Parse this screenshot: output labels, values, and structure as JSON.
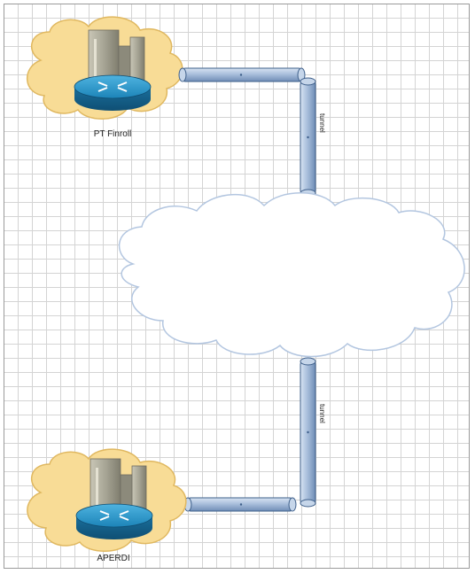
{
  "nodes": {
    "top_site": {
      "label": "PT Finroll"
    },
    "bottom_site": {
      "label": "APERDI"
    }
  },
  "links": {
    "top_tunnel": {
      "label": "tunnel"
    },
    "bottom_tunnel": {
      "label": "tunnel"
    }
  },
  "colors": {
    "site_cloud": "#f8dc96",
    "pipe": "#a9bfdc",
    "router": "#1c84b8",
    "internet_cloud": "#ffffff"
  }
}
